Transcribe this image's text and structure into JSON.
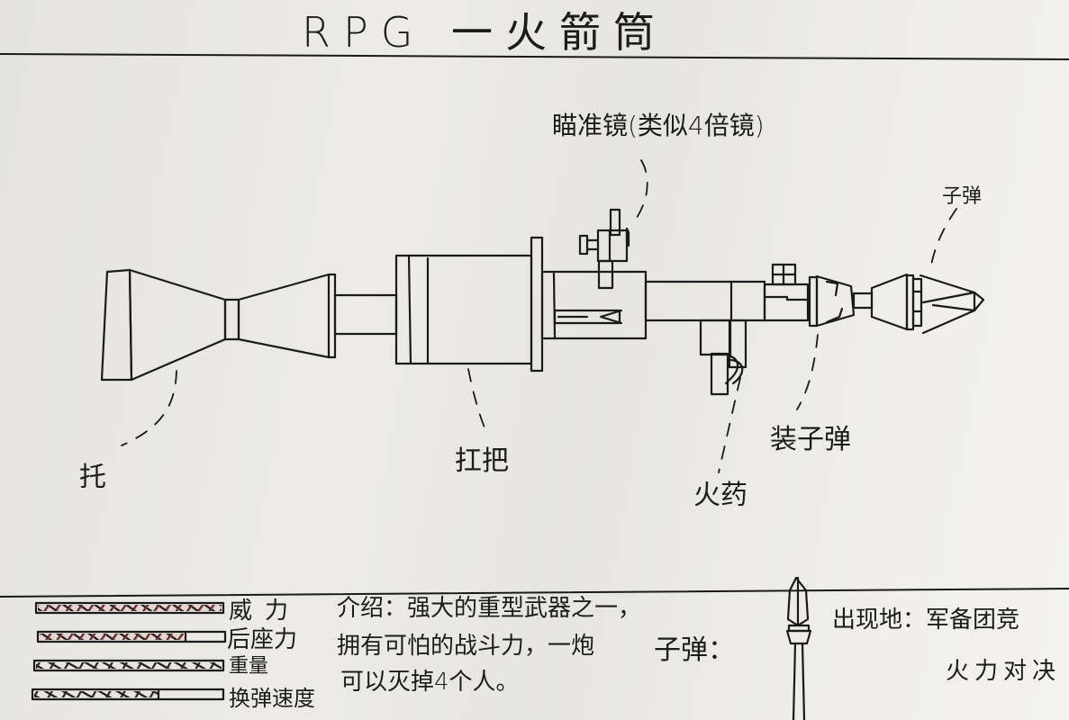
{
  "title": "RPG 一火箭筒",
  "labels": {
    "scope": "瞄准镜(类似4倍镜)",
    "bullet_top": "子弹",
    "stock": "托",
    "grip": "扛把",
    "powder": "火药",
    "load": "装子弹"
  },
  "stats": {
    "items": [
      {
        "label": "威力",
        "fill_pct": 100
      },
      {
        "label": "后座力",
        "fill_pct": 77
      },
      {
        "label": "重量",
        "fill_pct": 100
      },
      {
        "label": "换弹速度",
        "fill_pct": 65
      }
    ],
    "bar_color": "#b33a3a"
  },
  "intro": {
    "line1": "介绍：强大的重型武器之一，",
    "line2": "拥有可怕的战斗力，一炮",
    "line3": "可以灭掉4个人。"
  },
  "bullet_label": "子弹：",
  "appearance": {
    "line1": "出现地：军备团竞",
    "line2": "火力对决"
  }
}
